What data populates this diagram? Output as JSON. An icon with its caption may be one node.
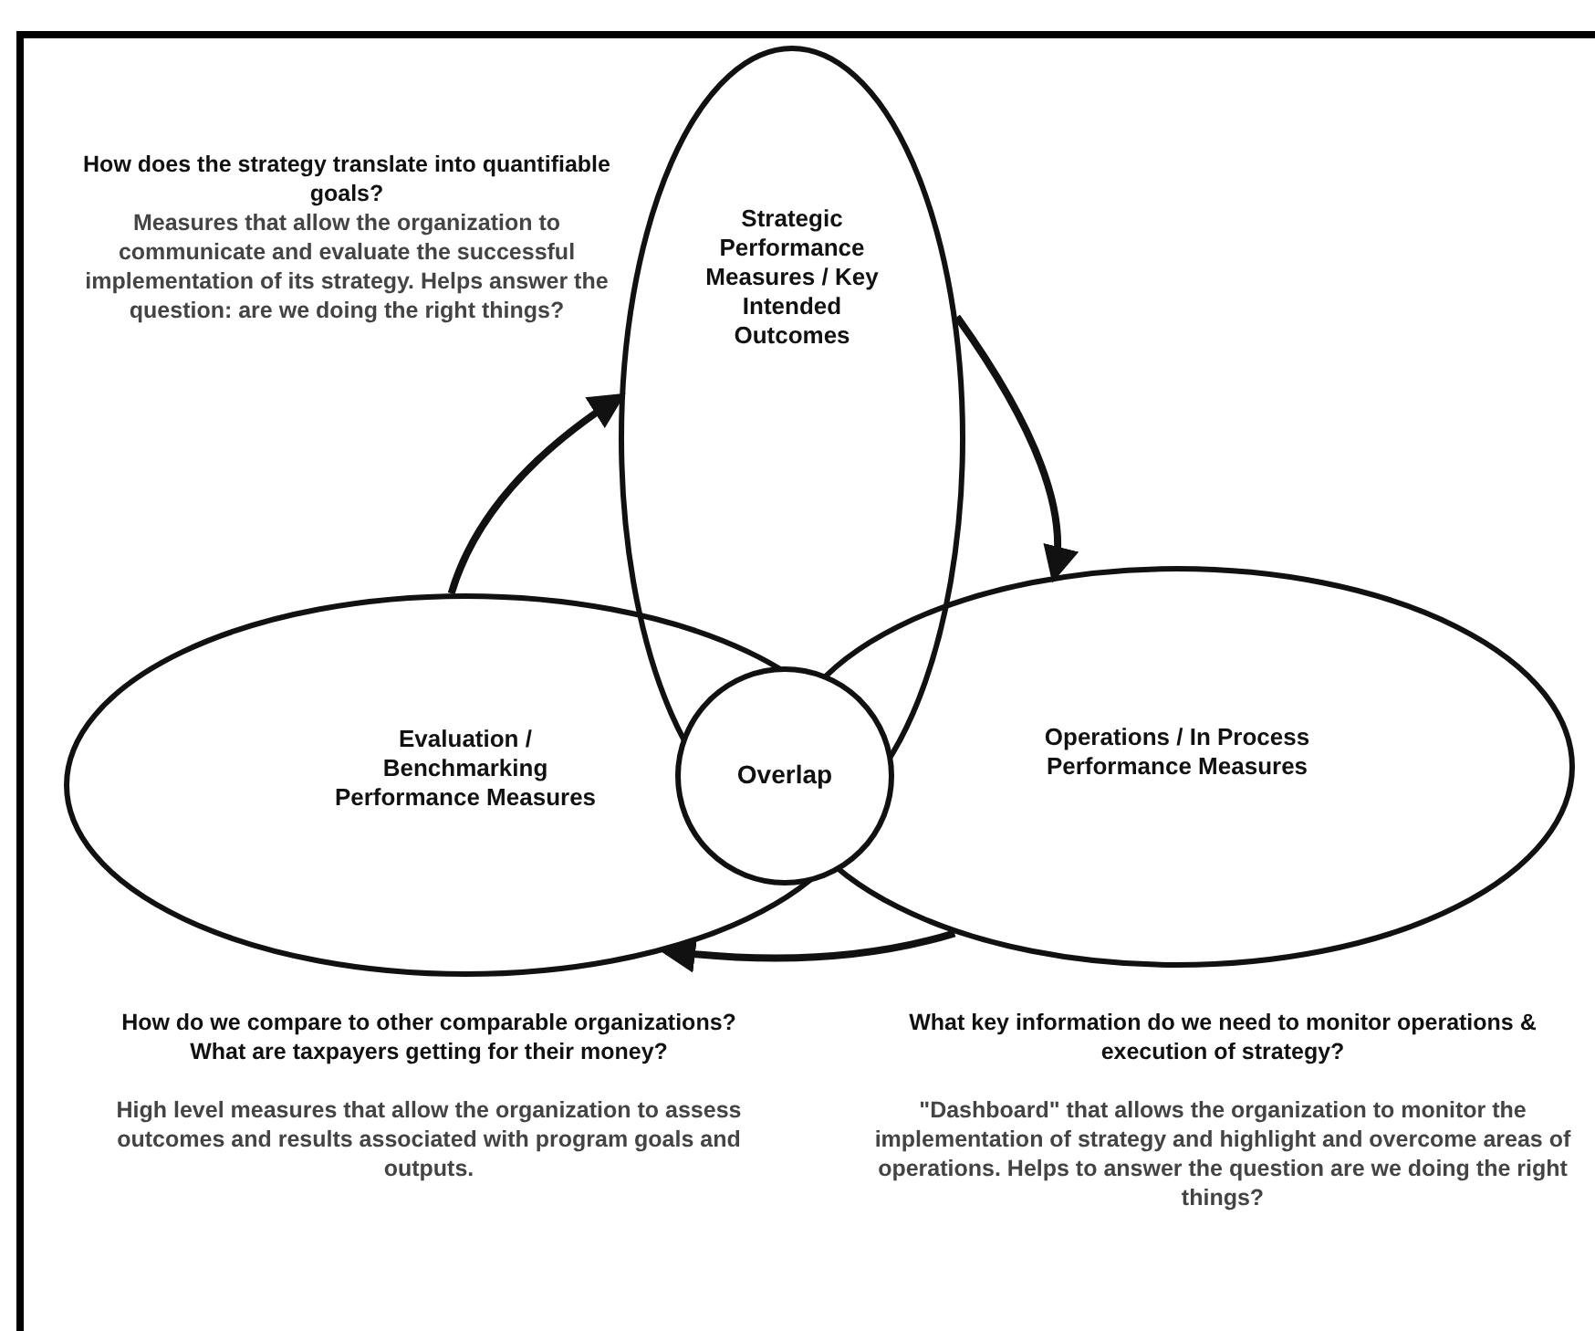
{
  "diagram": {
    "nodes": [
      {
        "text": [
          "Strategic Performance Measures / Key Intended Outcomes"
        ]
      },
      {
        "text": [
          "Evaluation / Benchmarking Performance Measures"
        ]
      },
      {
        "text": [
          "Operations / In Process Performance Measures"
        ]
      },
      {
        "text": [
          "Overlap"
        ]
      }
    ],
    "edges": [
      {
        "from": 1,
        "to": 0,
        "arrow": "to"
      },
      {
        "from": 0,
        "to": 2,
        "arrow": "to"
      },
      {
        "from": 2,
        "to": 1,
        "arrow": "to"
      }
    ],
    "labels": [
      "How does the strategy translate into quantifiable goals?",
      "Measures that allow the organization to communicate and evaluate the successful implementation of its strategy. Helps answer the question: are we doing the right things?",
      "How do we compare to other comparable organizations? What are taxpayers getting for their money?",
      "High level measures that allow the organization to assess outcomes and results associated with program goals and outputs.",
      "What key information do we need to monitor operations & execution of strategy?",
      "\"Dashboard\" that allows the organization to monitor the implementation of strategy and highlight and overcome areas of operations. Helps to answer the question are we doing the right things?"
    ]
  }
}
